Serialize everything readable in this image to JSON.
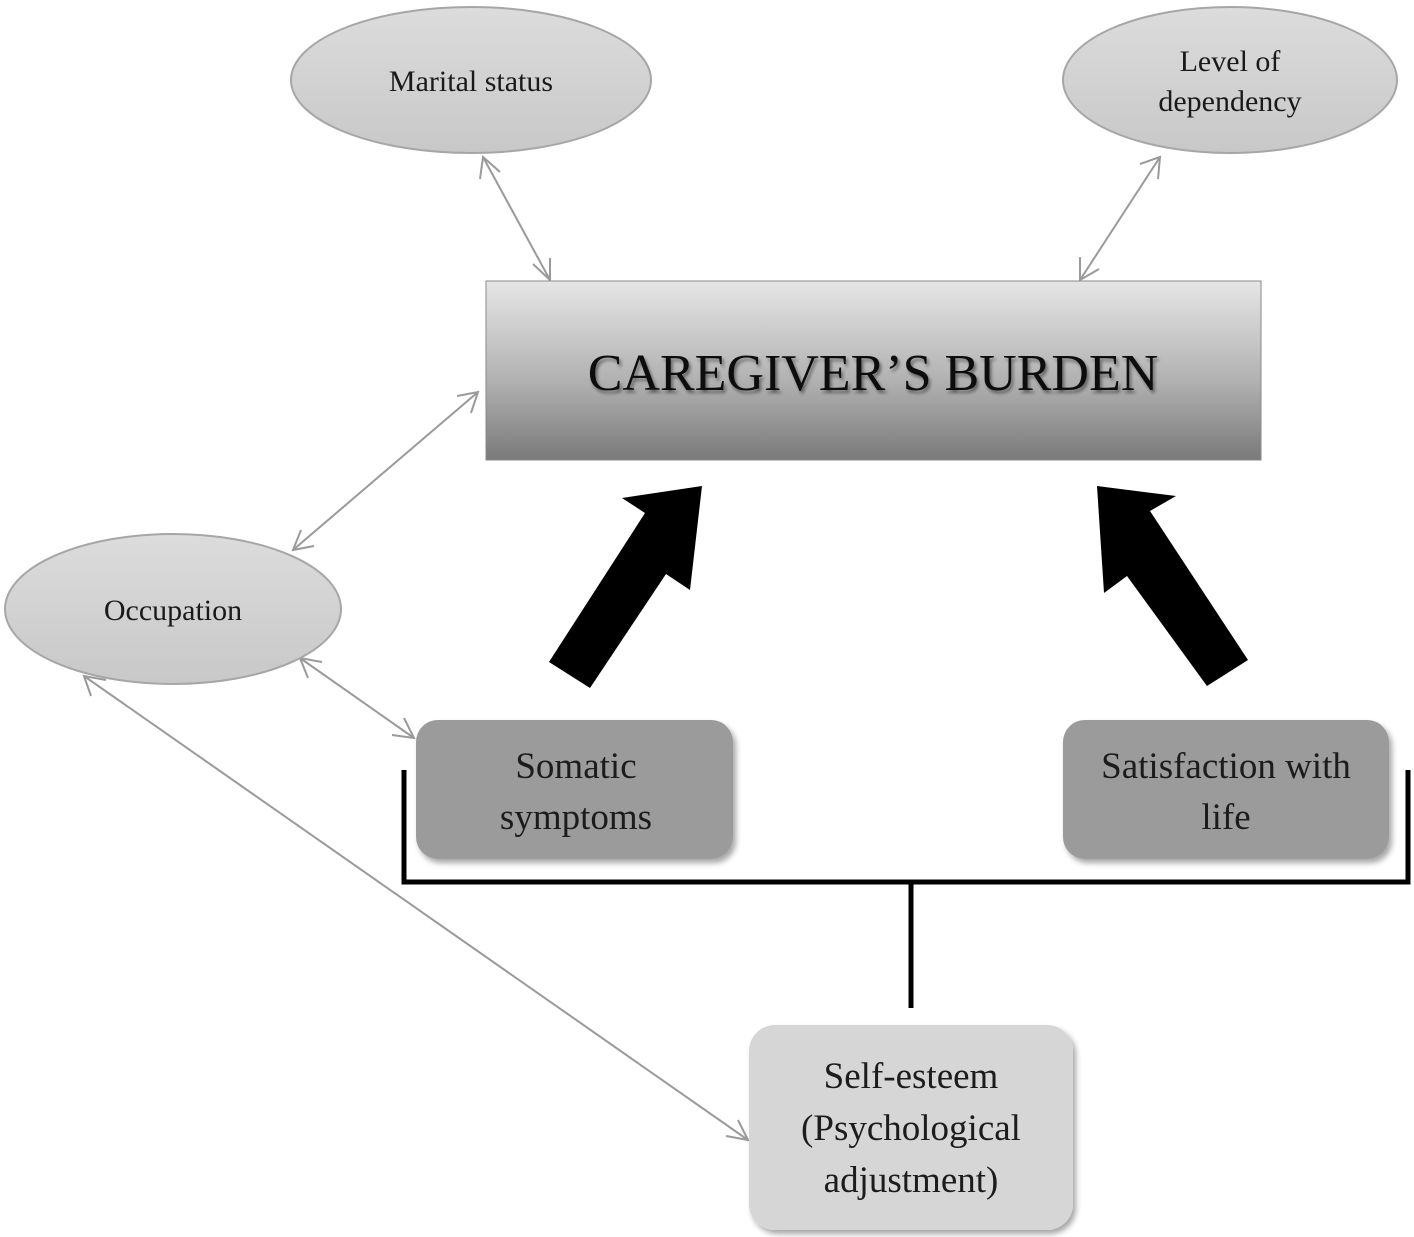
{
  "nodes": {
    "marital_status": {
      "label": "Marital status"
    },
    "level_of_dependency": {
      "line1": "Level of",
      "line2": "dependency"
    },
    "occupation": {
      "label": "Occupation"
    },
    "caregivers_burden": {
      "label": "CAREGIVER’S BURDEN"
    },
    "somatic_symptoms": {
      "line1": "Somatic",
      "line2": "symptoms"
    },
    "satisfaction_with_life": {
      "line1": "Satisfaction with",
      "line2": "life"
    },
    "self_esteem": {
      "line1": "Self-esteem",
      "line2": "(Psychological",
      "line3": "adjustment)"
    }
  },
  "colors": {
    "ellipse_fill": "#d4d4d4",
    "ellipse_stroke": "#a6a6a6",
    "burden_gradient_top": "#e4e4e4",
    "burden_gradient_bottom": "#7e7e7e",
    "mid_box_fill": "#9b9b9b",
    "self_esteem_fill": "#d6d6d6",
    "thin_arrow": "#9a9a9a",
    "thick_arrow": "#000000"
  }
}
